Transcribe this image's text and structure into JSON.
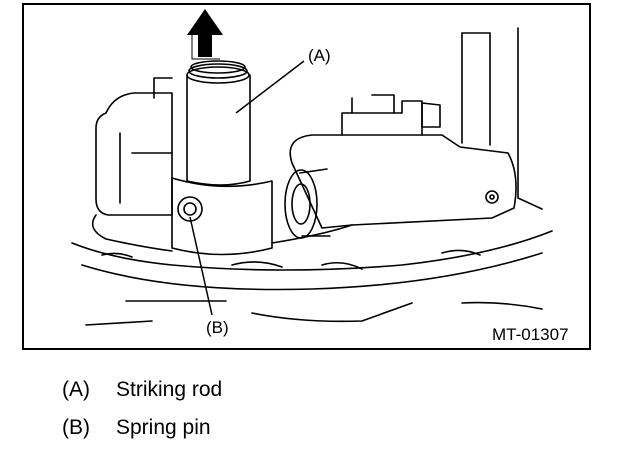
{
  "figure": {
    "callout_a": "(A)",
    "callout_b": "(B)",
    "code": "MT-01307"
  },
  "legend": [
    {
      "key": "(A)",
      "text": "Striking rod"
    },
    {
      "key": "(B)",
      "text": "Spring pin"
    }
  ]
}
